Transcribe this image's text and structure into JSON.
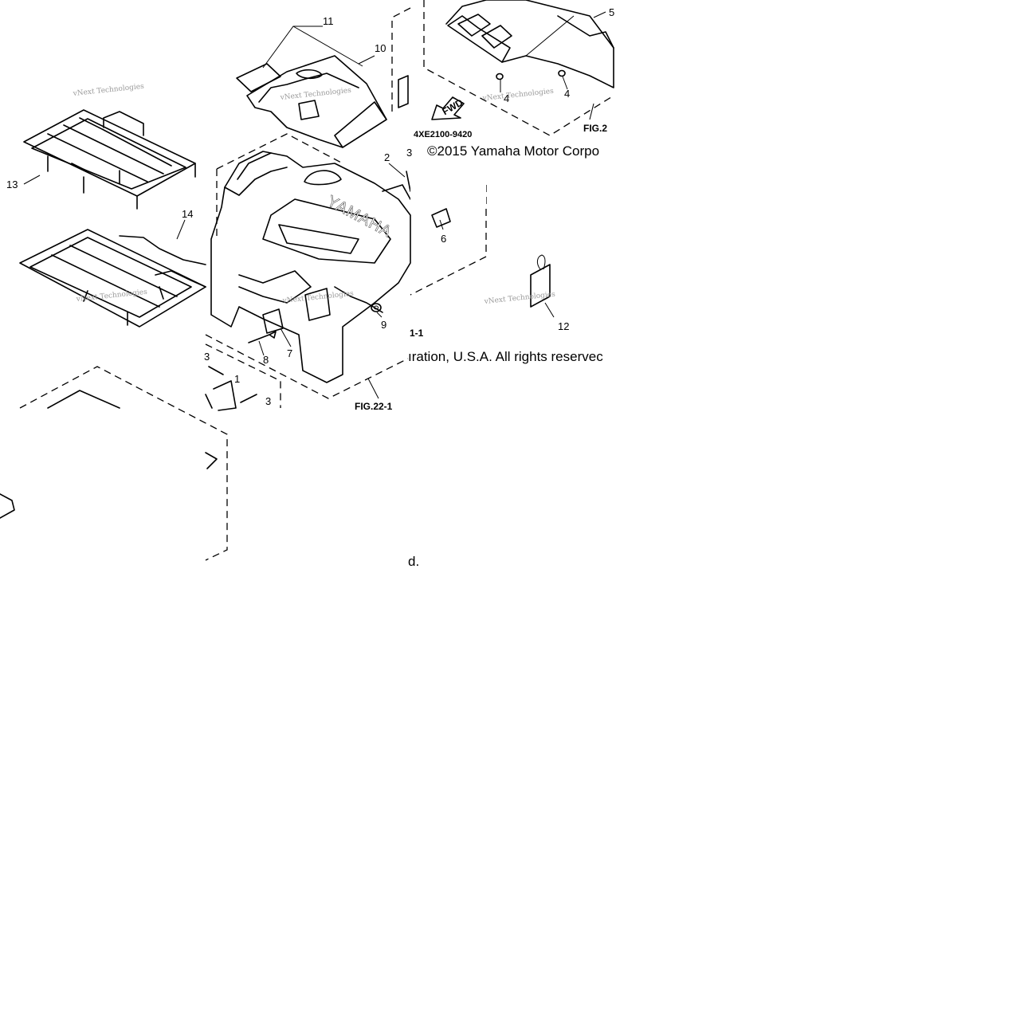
{
  "callouts": [
    "1",
    "2",
    "3",
    "3",
    "3",
    "4",
    "4",
    "5",
    "6",
    "7",
    "8",
    "9",
    "10",
    "11",
    "12",
    "13",
    "14"
  ],
  "figure_refs": [
    "FIG.22-1",
    "FIG.2",
    "1-1"
  ],
  "diagram_code": "4XE2100-9420",
  "fwd_arrow": "FWD",
  "copyright": {
    "line1": "©2015 Yamaha Motor Corpo",
    "line2": "ıration, U.S.A. All rights reservec",
    "line3": "d."
  },
  "decal_text": "YAMAHA",
  "watermark": "vNext Technologies"
}
